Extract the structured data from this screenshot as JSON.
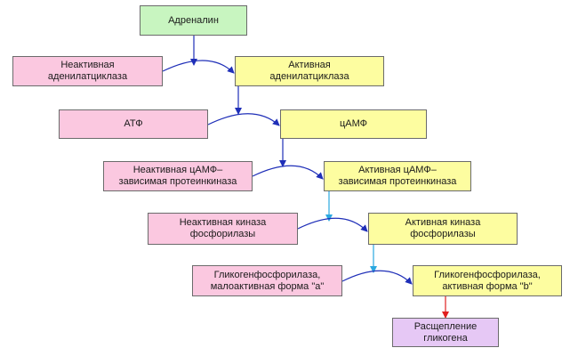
{
  "nodes": {
    "adrenaline": "Адреналин",
    "inactive_adenylate_cyclase": "Неактивная\nаденилатциклаза",
    "active_adenylate_cyclase": "Активная\nаденилатциклаза",
    "atp": "АТФ",
    "camp": "цАМФ",
    "inactive_pk": "Неактивная цАМФ–\nзависимая протеинкиназа",
    "active_pk": "Активная цАМФ–\nзависимая протеинкиназа",
    "inactive_pk_kinase": "Неактивная киназа\nфосфорилазы",
    "active_pk_kinase": "Активная киназа\nфосфорилазы",
    "glycogen_phosphorylase_a": "Гликогенфосфорилаза,\nмалоактивная форма \"a\"",
    "glycogen_phosphorylase_b": "Гликогенфосфорилаза,\nактивная форма \"b\"",
    "glycogen_breakdown": "Расщепление\nгликогена"
  },
  "colors": {
    "start": "#c8f5c0",
    "inactive": "#fbc8e0",
    "active": "#fdfda0",
    "end": "#e6c8f5",
    "arrow_dark": "#1f2fb8",
    "arrow_light": "#2aa8e0",
    "arrow_red": "#e02020"
  }
}
